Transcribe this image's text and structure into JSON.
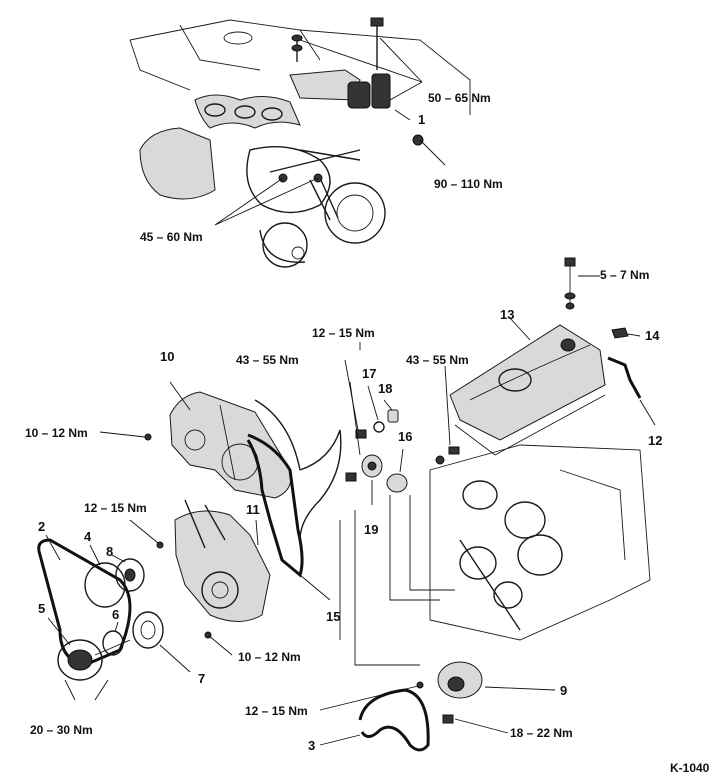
{
  "torque_labels": {
    "t_50_65": "50 – 65 Nm",
    "t_90_110": "90 – 110 Nm",
    "t_45_60": "45 – 60 Nm",
    "t_5_7": "5 – 7 Nm",
    "t_12_15_top": "12 – 15 Nm",
    "t_43_55_left": "43 – 55 Nm",
    "t_43_55_right": "43 – 55 Nm",
    "t_10_12_upper": "10 – 12 Nm",
    "t_12_15_mid": "12 – 15 Nm",
    "t_10_12_lower": "10 – 12 Nm",
    "t_20_30": "20 – 30 Nm",
    "t_12_15_bottom": "12 – 15 Nm",
    "t_18_22": "18 – 22 Nm"
  },
  "part_numbers": {
    "p1": "1",
    "p2": "2",
    "p3": "3",
    "p4": "4",
    "p5": "5",
    "p6": "6",
    "p7": "7",
    "p8": "8",
    "p9": "9",
    "p10": "10",
    "p11": "11",
    "p12": "12",
    "p13": "13",
    "p14": "14",
    "p15": "15",
    "p16": "16",
    "p17": "17",
    "p18": "18",
    "p19": "19"
  },
  "figure_code": "K-1040"
}
